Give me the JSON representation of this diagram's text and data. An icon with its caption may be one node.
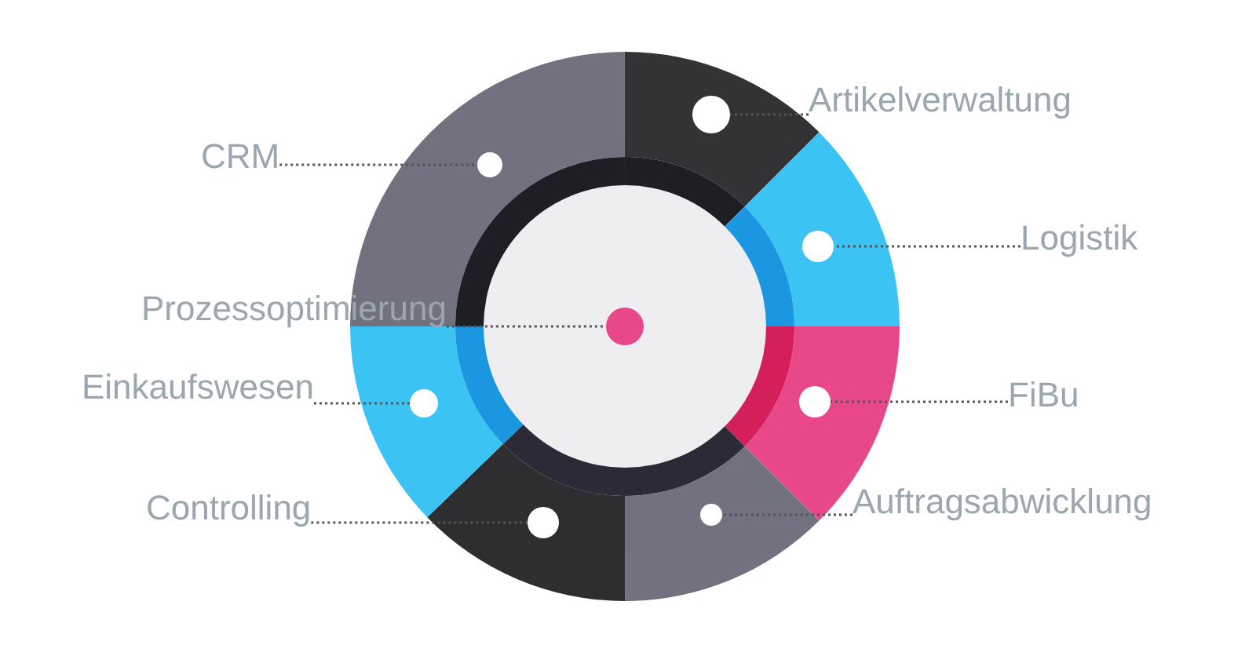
{
  "diagram": {
    "nodes": [
      {
        "text": [
          "CRM"
        ]
      },
      {
        "text": [
          "Artikelverwaltung"
        ]
      },
      {
        "text": [
          "Logistik"
        ]
      },
      {
        "text": [
          "Prozessoptimierung"
        ]
      },
      {
        "text": [
          "Einkaufswesen"
        ]
      },
      {
        "text": [
          "FiBu"
        ]
      },
      {
        "text": [
          "Controlling"
        ]
      },
      {
        "text": [
          "Auftragsabwicklung"
        ]
      },
      {
        "text": [],
        "shape": "circle"
      },
      {
        "text": [],
        "shape": "circle"
      },
      {
        "text": [],
        "shape": "circle"
      },
      {
        "text": [],
        "shape": "circle"
      },
      {
        "text": [],
        "shape": "circle"
      },
      {
        "text": [],
        "shape": "circle"
      },
      {
        "text": [],
        "shape": "circle"
      },
      {
        "text": [],
        "shape": "circle"
      }
    ],
    "edges": [
      {
        "from": 0,
        "to": 8,
        "arrow": "none"
      },
      {
        "from": 1,
        "to": 9,
        "arrow": "none"
      },
      {
        "from": 2,
        "to": 10,
        "arrow": "none"
      },
      {
        "from": 3,
        "to": 11,
        "arrow": "none"
      },
      {
        "from": 4,
        "to": 12,
        "arrow": "none"
      },
      {
        "from": 5,
        "to": 13,
        "arrow": "none"
      },
      {
        "from": 6,
        "to": 14,
        "arrow": "none"
      },
      {
        "from": 7,
        "to": 15,
        "arrow": "none"
      }
    ]
  }
}
